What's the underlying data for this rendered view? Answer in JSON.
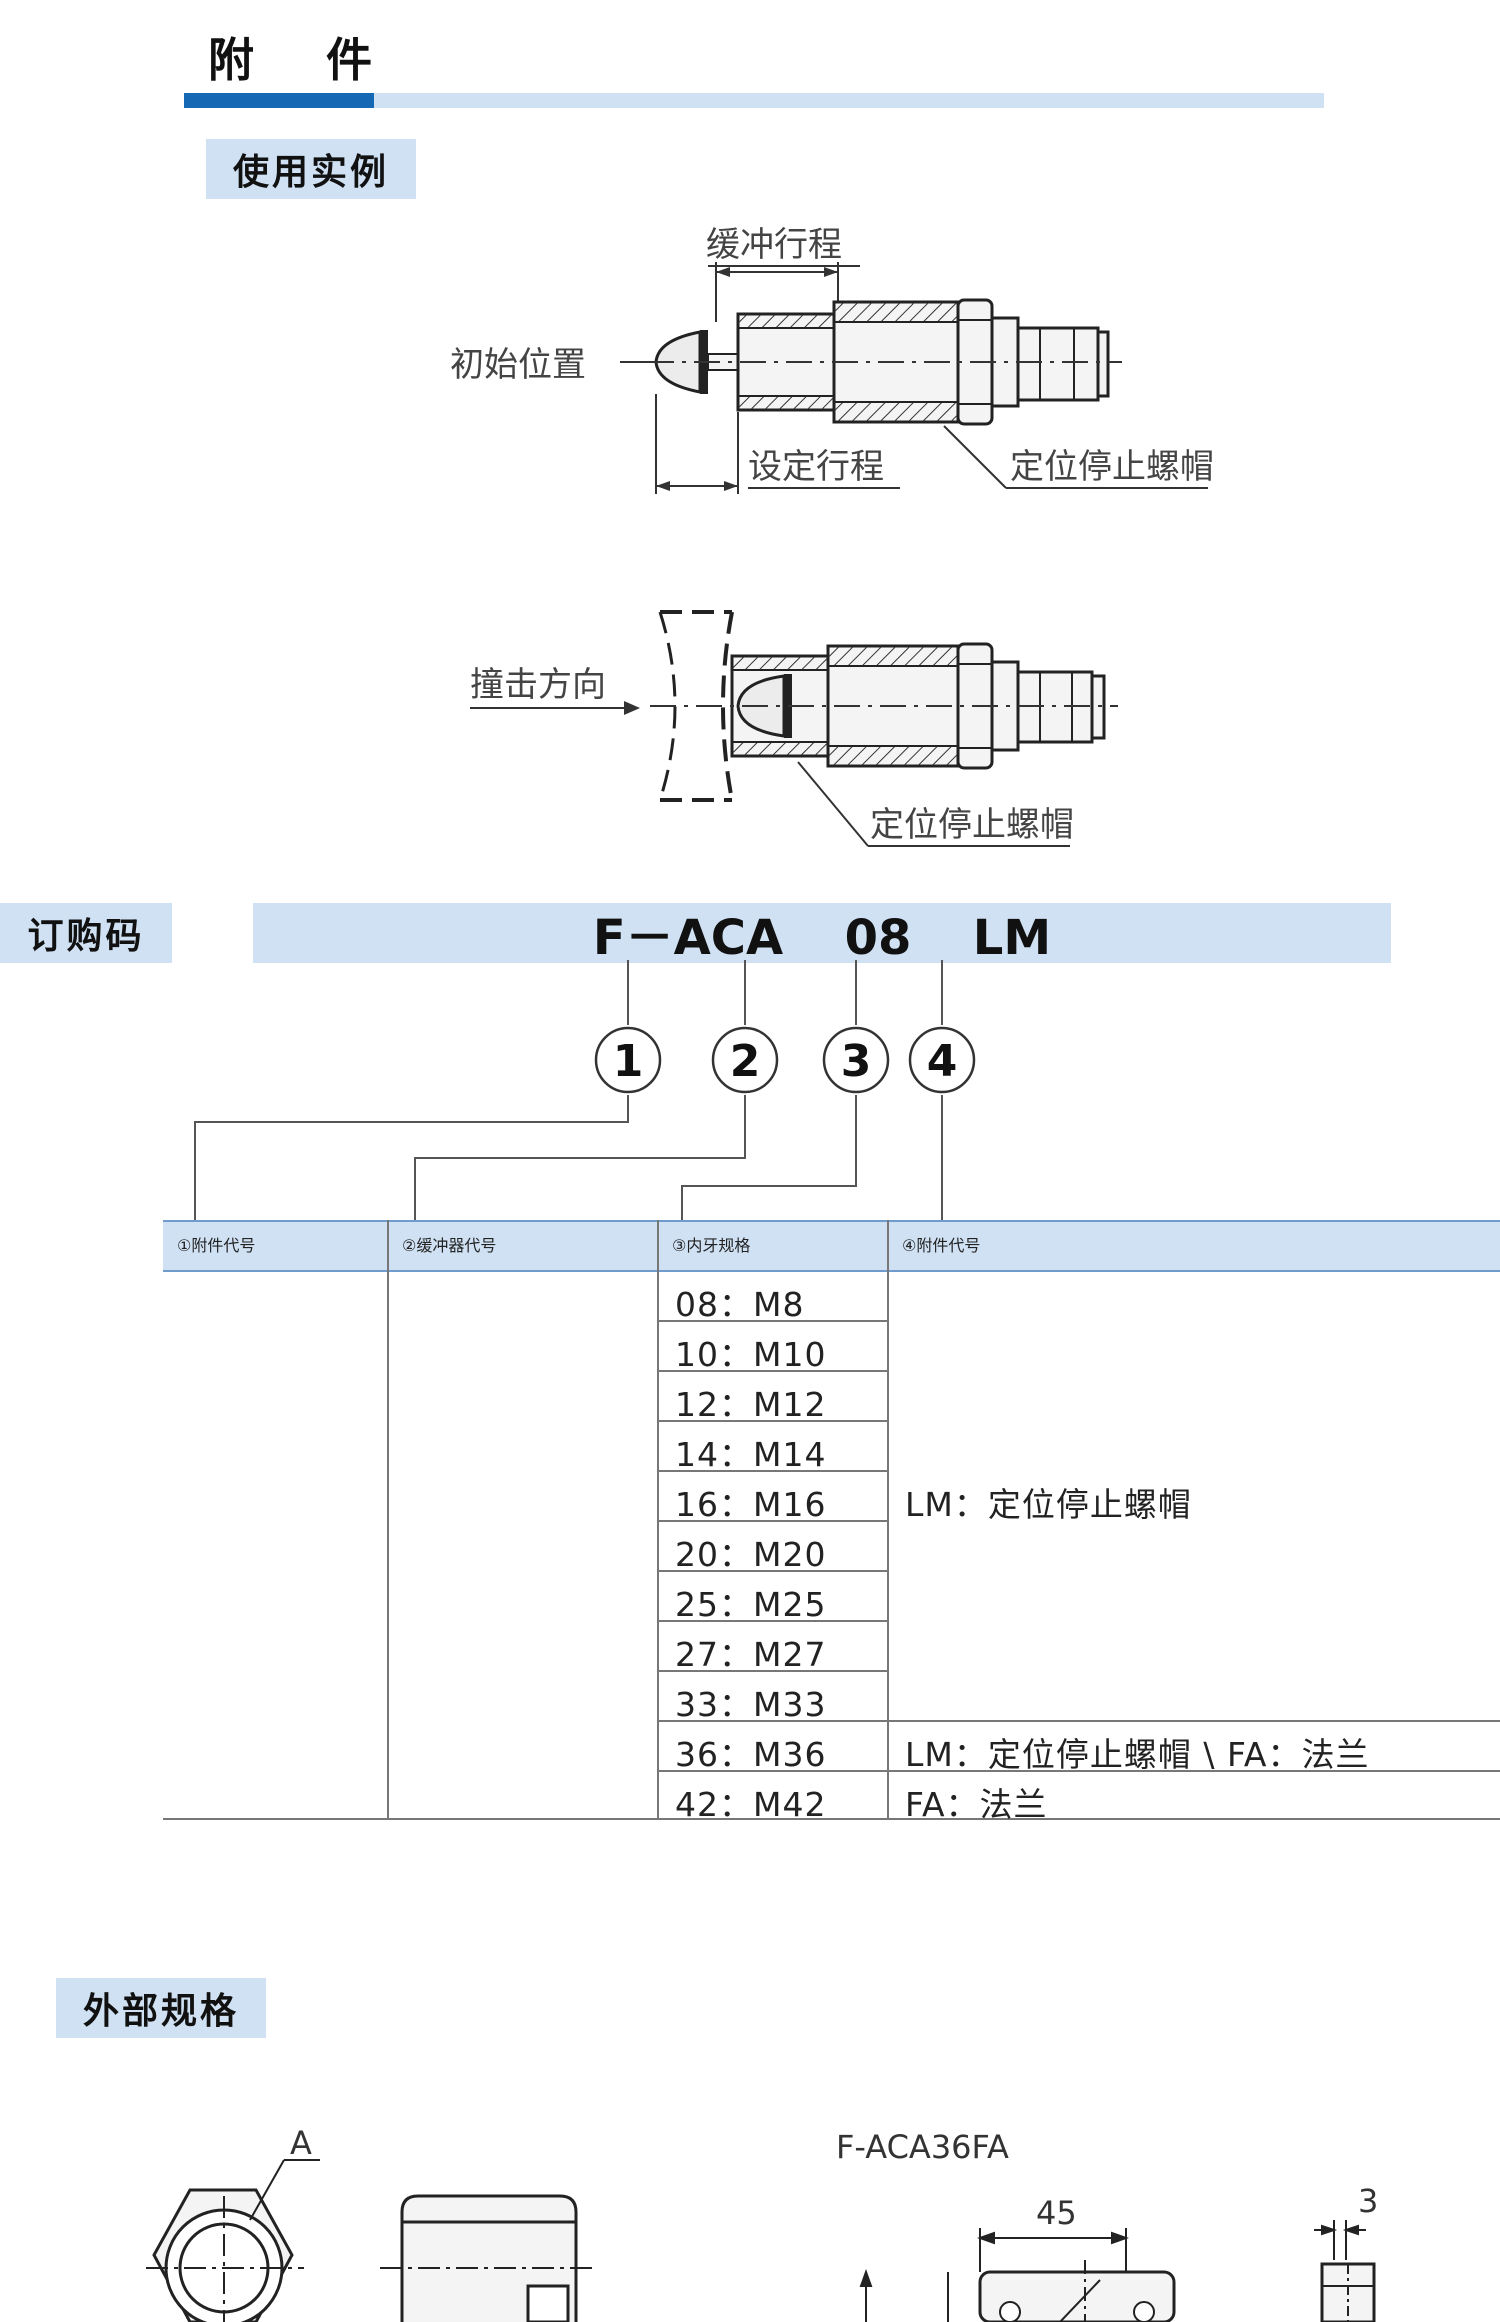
{
  "page": {
    "title": "附 件",
    "usage_tag": "使用实例",
    "order_tag": "订购码",
    "external_tag": "外部规格"
  },
  "usage": {
    "stroke_label": "缓冲行程",
    "initial_label": "初始位置",
    "set_stroke_label": "设定行程",
    "stop_nut_label_1": "定位停止螺帽",
    "impact_label": "撞击方向",
    "stop_nut_label_2": "定位停止螺帽"
  },
  "order_code": {
    "code": "F－ACA  08  LM",
    "markers": [
      "1",
      "2",
      "3",
      "4"
    ],
    "headers": [
      "①附件代号",
      "②缓冲器代号",
      "③内牙规格",
      "④附件代号"
    ],
    "thread_specs": [
      "08：M8",
      "10：M10",
      "12：M12",
      "14：M14",
      "16：M16",
      "20：M20",
      "25：M25",
      "27：M27",
      "33：M33",
      "36：M36",
      "42：M42"
    ],
    "accessory_main": "LM：定位停止螺帽",
    "accessory_36": "LM：定位停止螺帽 \\ FA：法兰",
    "accessory_42": "FA：法兰"
  },
  "external": {
    "label_a": "A",
    "model": "F-ACA36FA",
    "dim_45": "45",
    "dim_3": "3"
  },
  "colors": {
    "accent": "#1569b4",
    "tag_bg": "#cfe1f3"
  }
}
